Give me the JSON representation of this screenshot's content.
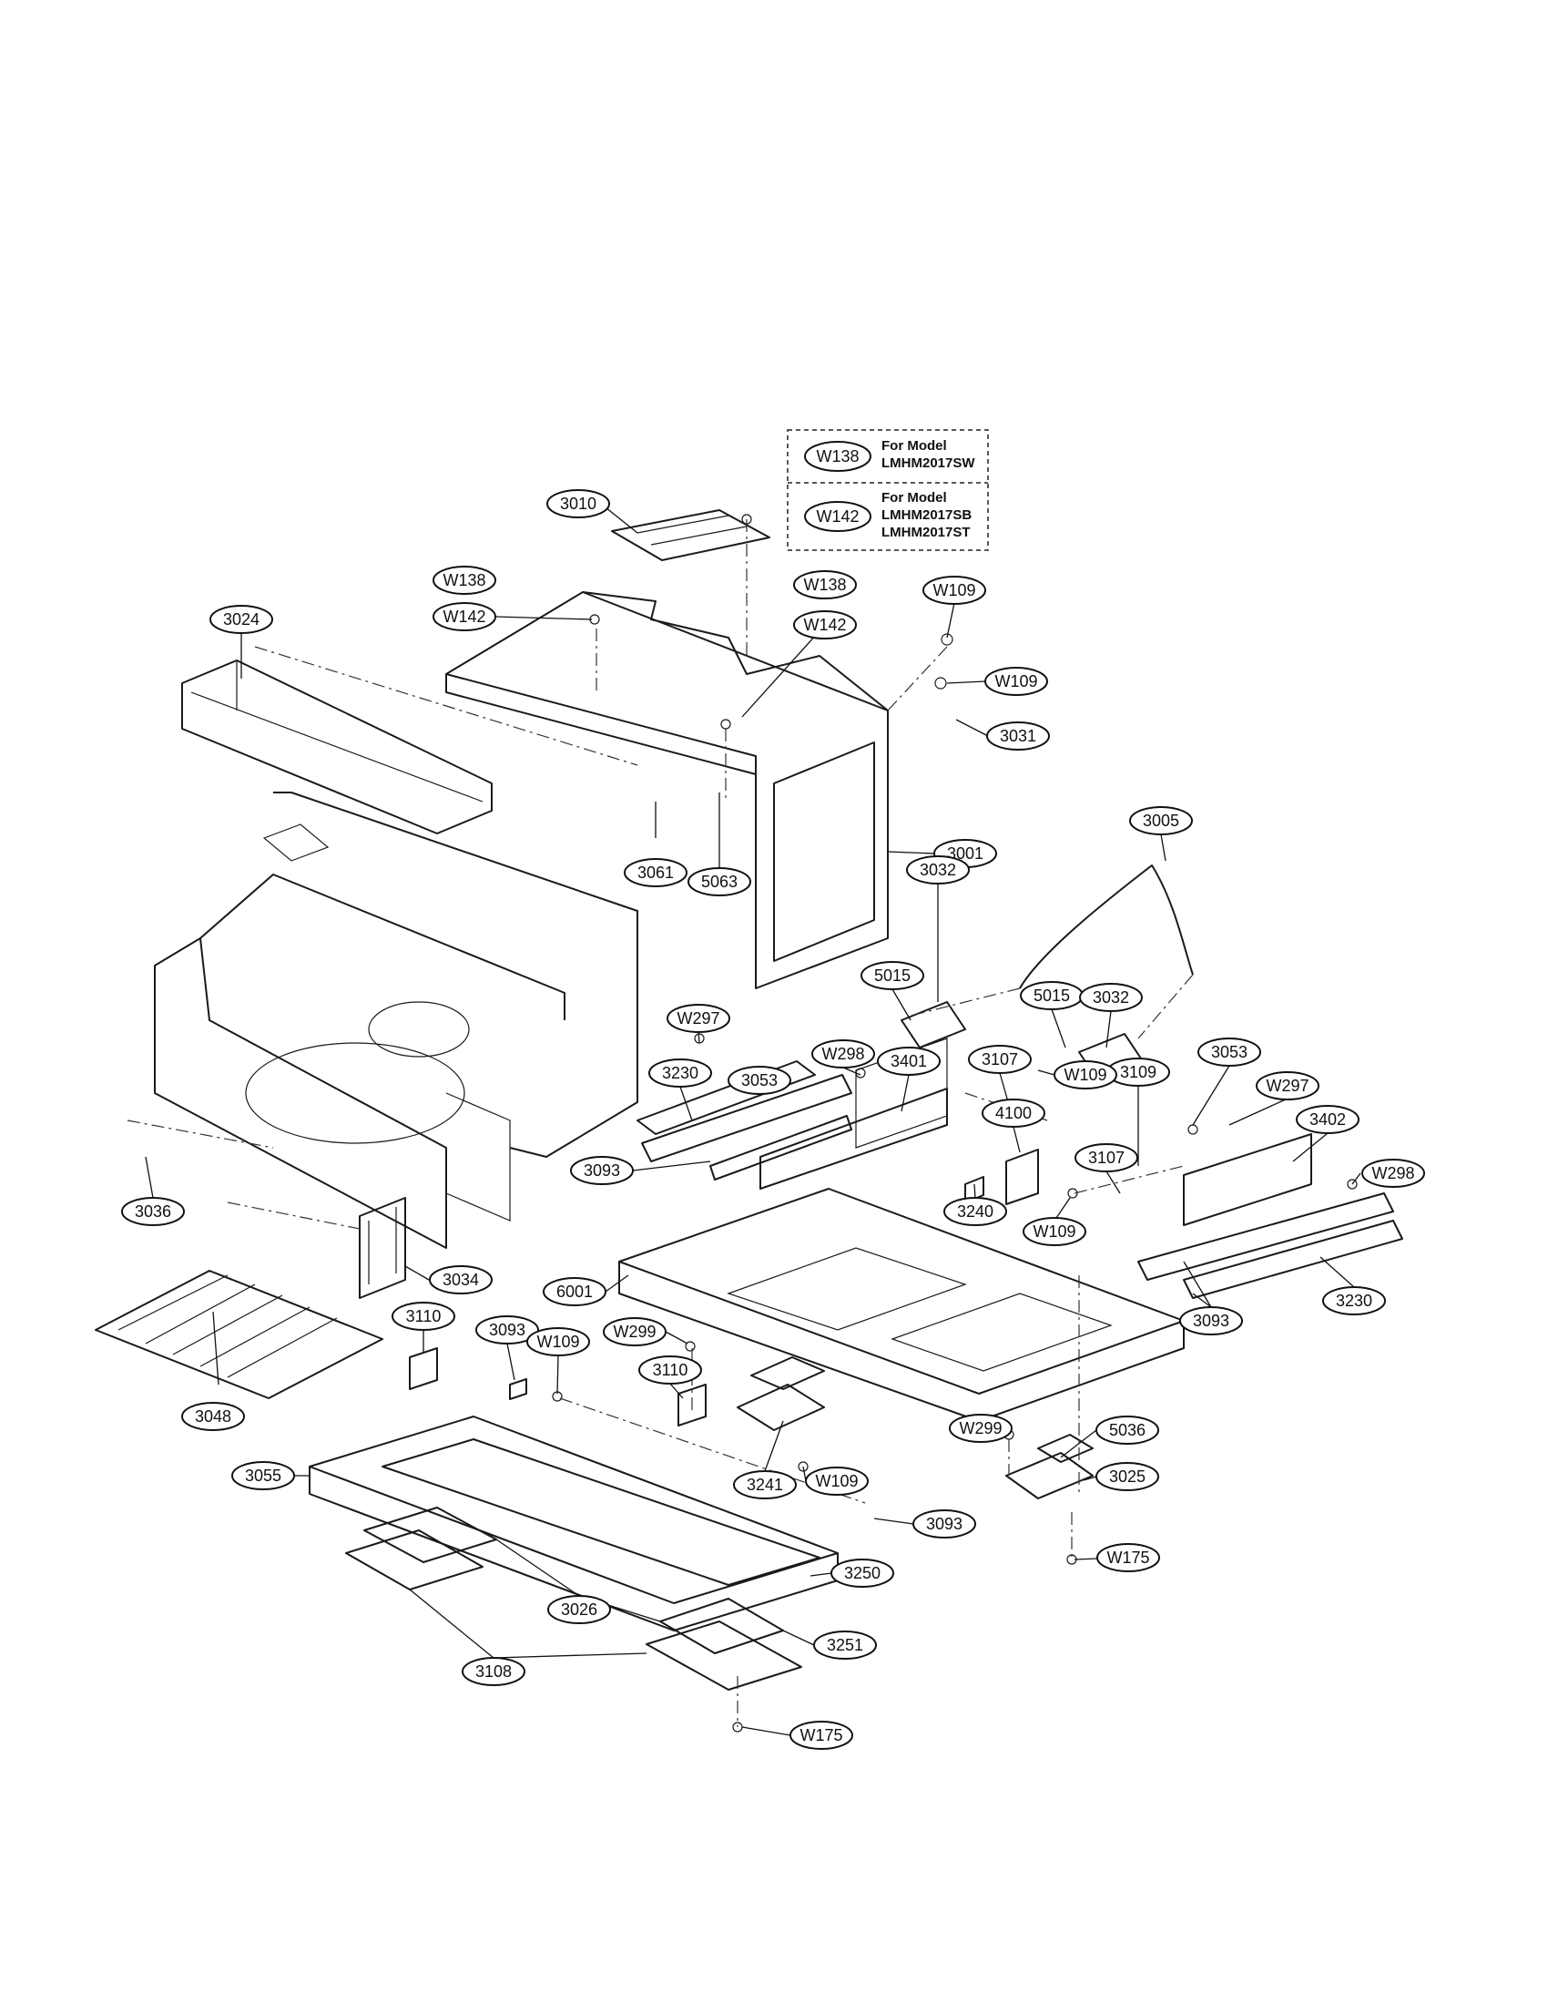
{
  "legend": {
    "rows": [
      {
        "code": "W138",
        "lines": [
          "For Model",
          "LMHM2017SW"
        ]
      },
      {
        "code": "W142",
        "lines": [
          "For Model",
          "LMHM2017SB",
          "LMHM2017ST"
        ]
      }
    ]
  },
  "callouts": [
    {
      "id": "c3010",
      "label": "3010"
    },
    {
      "id": "c3024",
      "label": "3024"
    },
    {
      "id": "cW138a",
      "label": "W138"
    },
    {
      "id": "cW142a",
      "label": "W142"
    },
    {
      "id": "cW138b",
      "label": "W138"
    },
    {
      "id": "cW142b",
      "label": "W142"
    },
    {
      "id": "cW109a",
      "label": "W109"
    },
    {
      "id": "cW109b",
      "label": "W109"
    },
    {
      "id": "c3031",
      "label": "3031"
    },
    {
      "id": "c3005",
      "label": "3005"
    },
    {
      "id": "c3001",
      "label": "3001"
    },
    {
      "id": "c3061",
      "label": "3061"
    },
    {
      "id": "c5063",
      "label": "5063"
    },
    {
      "id": "c3032a",
      "label": "3032"
    },
    {
      "id": "c5015a",
      "label": "5015"
    },
    {
      "id": "c5015b",
      "label": "5015"
    },
    {
      "id": "c3032b",
      "label": "3032"
    },
    {
      "id": "cW297a",
      "label": "W297"
    },
    {
      "id": "c3053a",
      "label": "3053"
    },
    {
      "id": "cW298a",
      "label": "W298"
    },
    {
      "id": "c3401",
      "label": "3401"
    },
    {
      "id": "c3107a",
      "label": "3107"
    },
    {
      "id": "c3109",
      "label": "3109"
    },
    {
      "id": "c3230a",
      "label": "3230"
    },
    {
      "id": "cW109c",
      "label": "W109"
    },
    {
      "id": "c3053b",
      "label": "3053"
    },
    {
      "id": "cW297b",
      "label": "W297"
    },
    {
      "id": "c4100",
      "label": "4100"
    },
    {
      "id": "c3402",
      "label": "3402"
    },
    {
      "id": "c3093a",
      "label": "3093"
    },
    {
      "id": "c3107b",
      "label": "3107"
    },
    {
      "id": "cW298b",
      "label": "W298"
    },
    {
      "id": "c3036",
      "label": "3036"
    },
    {
      "id": "c3240",
      "label": "3240"
    },
    {
      "id": "cW109d",
      "label": "W109"
    },
    {
      "id": "c3034",
      "label": "3034"
    },
    {
      "id": "c6001",
      "label": "6001"
    },
    {
      "id": "c3230b",
      "label": "3230"
    },
    {
      "id": "c3110a",
      "label": "3110"
    },
    {
      "id": "c3093b",
      "label": "3093"
    },
    {
      "id": "cW109e",
      "label": "W109"
    },
    {
      "id": "cW299a",
      "label": "W299"
    },
    {
      "id": "c3093c",
      "label": "3093"
    },
    {
      "id": "c3110b",
      "label": "3110"
    },
    {
      "id": "c3048",
      "label": "3048"
    },
    {
      "id": "cW299b",
      "label": "W299"
    },
    {
      "id": "c5036",
      "label": "5036"
    },
    {
      "id": "c3055",
      "label": "3055"
    },
    {
      "id": "c3241",
      "label": "3241"
    },
    {
      "id": "c3025",
      "label": "3025"
    },
    {
      "id": "cW109f",
      "label": "W109"
    },
    {
      "id": "c3093d",
      "label": "3093"
    },
    {
      "id": "cW175a",
      "label": "W175"
    },
    {
      "id": "c3250",
      "label": "3250"
    },
    {
      "id": "c3026",
      "label": "3026"
    },
    {
      "id": "c3251",
      "label": "3251"
    },
    {
      "id": "c3108",
      "label": "3108"
    },
    {
      "id": "cW175b",
      "label": "W175"
    }
  ]
}
